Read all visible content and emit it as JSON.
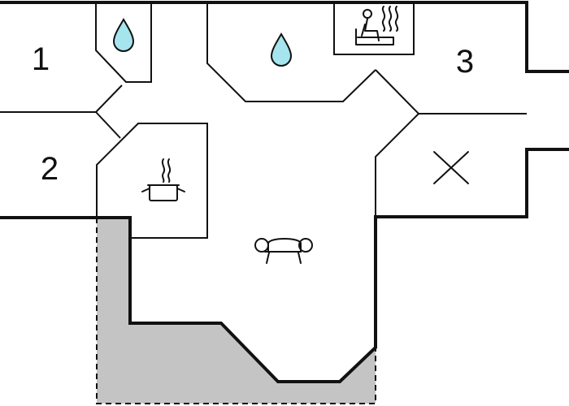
{
  "rooms": {
    "bedroom_1": {
      "label": "1"
    },
    "bedroom_2": {
      "label": "2"
    },
    "bedroom_3": {
      "label": "3"
    }
  },
  "icons": {
    "bathroom_small": "water-drop-icon",
    "bathroom_large": "water-drop-icon",
    "sauna": "sauna-icon",
    "kitchen": "cooking-pot-icon",
    "living_room": "sofa-icon",
    "storage": "cross-icon"
  },
  "colors": {
    "wall": "#111111",
    "water": "#a6e4ee",
    "terrace": "#c4c4c4",
    "background": "#ffffff"
  }
}
